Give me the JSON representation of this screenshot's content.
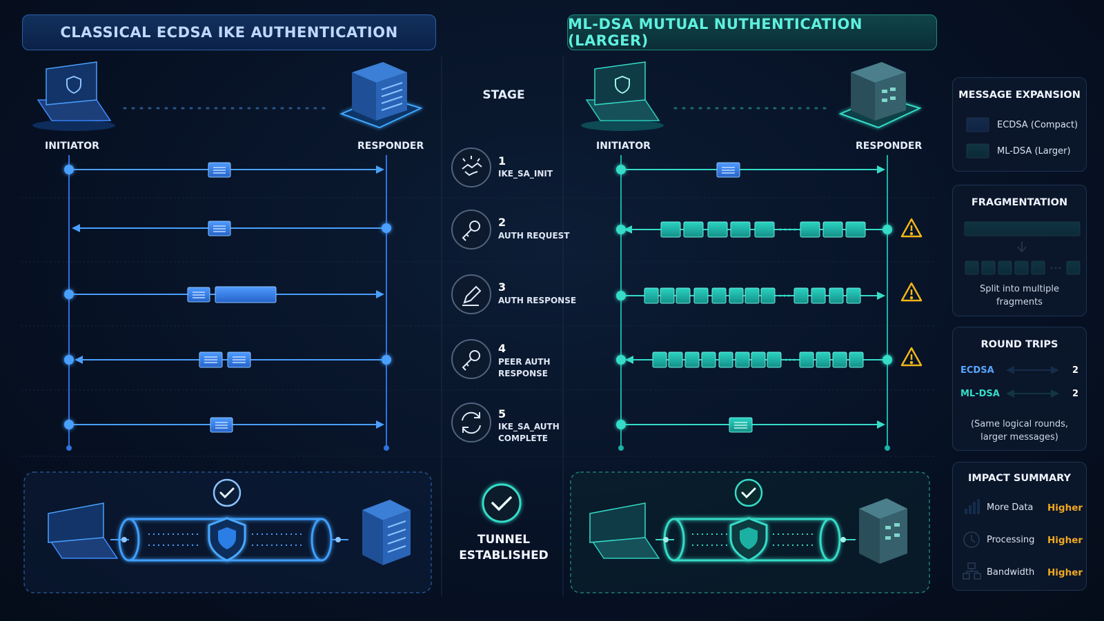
{
  "left": {
    "title": "CLASSICAL ECDSA IKE AUTHENTICATION",
    "initiator": "INITIATOR",
    "responder": "RESPONDER"
  },
  "right": {
    "title": "ML-DSA MUTUAL NUTHENTICATION (LARGER)",
    "initiator": "INITIATOR",
    "responder": "RESPONDER"
  },
  "stages": {
    "heading": "STAGE",
    "items": [
      {
        "num": "1",
        "line1": "IKE_SA_INIT",
        "line2": "",
        "icon": "handshake-icon"
      },
      {
        "num": "2",
        "line1": "AUTH REQUEST",
        "line2": "",
        "icon": "key-icon"
      },
      {
        "num": "3",
        "line1": "AUTH RESPONSE",
        "line2": "",
        "icon": "pen-icon"
      },
      {
        "num": "4",
        "line1": "PEER AUTH",
        "line2": "RESPONSE",
        "icon": "key-icon"
      },
      {
        "num": "5",
        "line1": "IKE_SA_AUTH",
        "line2": "COMPLETE",
        "icon": "refresh-icon"
      }
    ]
  },
  "tunnel": {
    "line1": "TUNNEL",
    "line2": "ESTABLISHED"
  },
  "legend": {
    "message_expansion": {
      "title": "MESSAGE EXPANSION",
      "ecdsa": "ECDSA (Compact)",
      "mldsa": "ML-DSA (Larger)"
    },
    "fragmentation": {
      "title": "FRAGMENTATION",
      "note_line1": "Split into multiple",
      "note_line2": "fragments"
    },
    "round_trips": {
      "title": "ROUND TRIPS",
      "ecdsa_label": "ECDSA",
      "ecdsa_value": "2",
      "mldsa_label": "ML-DSA",
      "mldsa_value": "2",
      "note_line1": "(Same logical rounds,",
      "note_line2": "larger messages)"
    },
    "impact": {
      "title": "IMPACT SUMMARY",
      "rows": [
        {
          "label": "More Data",
          "value": "Higher",
          "icon": "bar-chart-icon"
        },
        {
          "label": "Processing",
          "value": "Higher",
          "icon": "clock-icon"
        },
        {
          "label": "Bandwidth",
          "value": "Higher",
          "icon": "network-icon"
        }
      ]
    }
  },
  "colors": {
    "ecdsa_blue": "#3d8cff",
    "mldsa_teal": "#22c7b8",
    "warning": "#f2b619",
    "highlight": "#f0a823"
  }
}
